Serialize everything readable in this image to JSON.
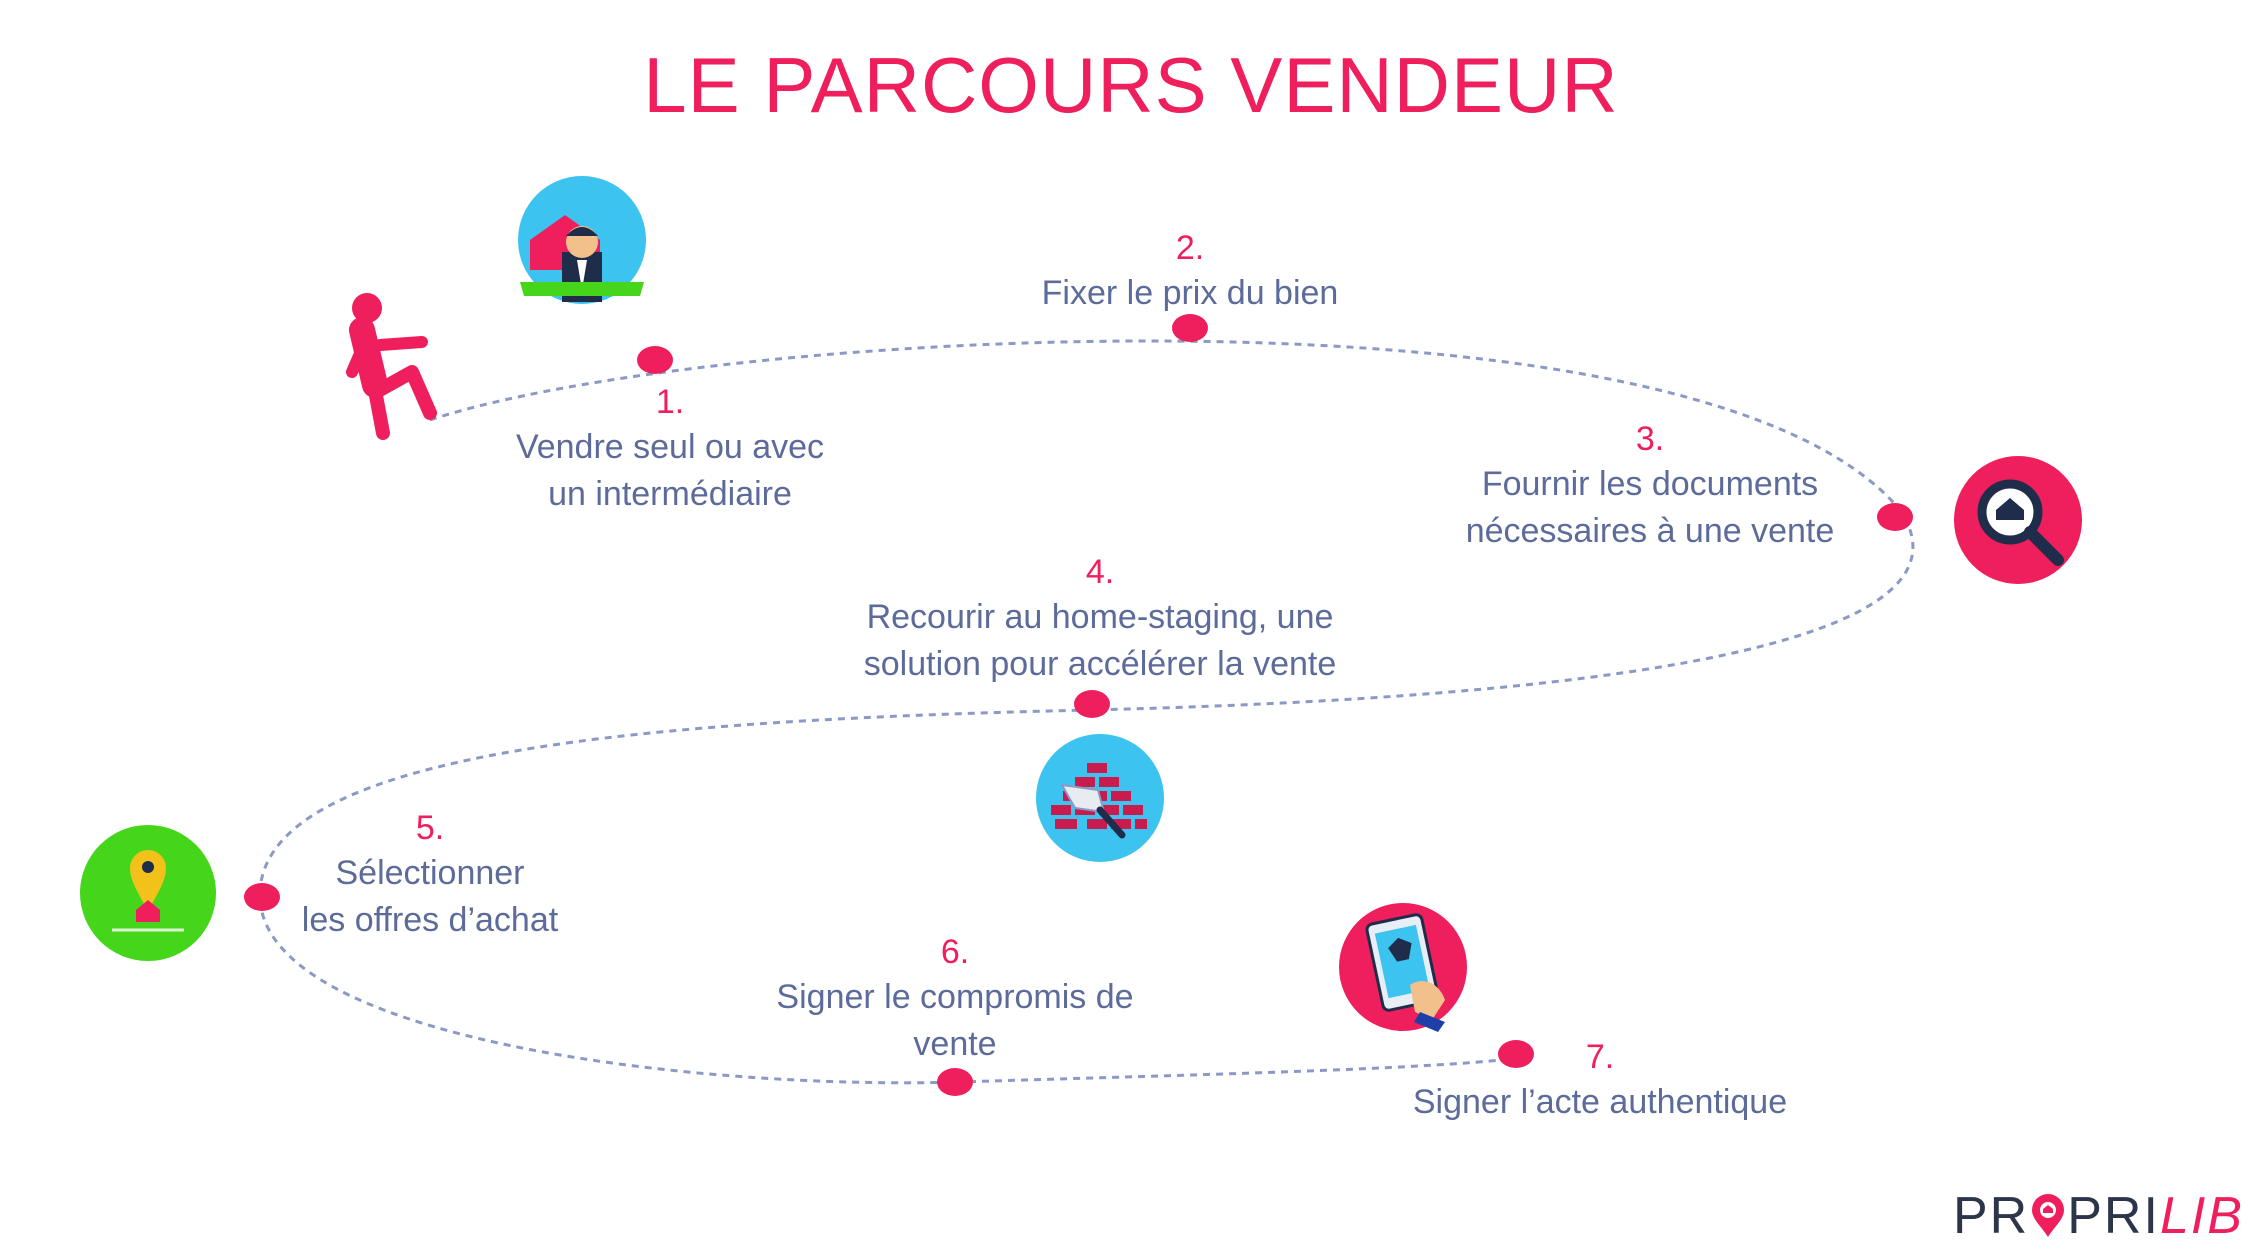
{
  "title": "LE PARCOURS VENDEUR",
  "steps": [
    {
      "num": "1.",
      "label": "Vendre seul ou avec\nun intermédiaire"
    },
    {
      "num": "2.",
      "label": "Fixer le prix du bien"
    },
    {
      "num": "3.",
      "label": "Fournir les documents\nnécessaires à une vente"
    },
    {
      "num": "4.",
      "label": "Recourir au home-staging, une\nsolution pour accélérer la vente"
    },
    {
      "num": "5.",
      "label": "Sélectionner\nles offres d’achat"
    },
    {
      "num": "6.",
      "label": "Signer le compromis de\nvente"
    },
    {
      "num": "7.",
      "label": "Signer l’acte authentique"
    }
  ],
  "logo": {
    "part1": "PR",
    "part2": "PRI",
    "part3": "LIB"
  },
  "colors": {
    "accent": "#ee1f5c",
    "text": "#5c6b99",
    "path": "#8a9ac4",
    "blue_circle": "#3dc3ef",
    "pink_circle": "#ee1f5c",
    "green_circle": "#45d61c"
  },
  "icons": [
    "walking-person-icon",
    "seller-agent-icon",
    "house-search-icon",
    "brick-trowel-icon",
    "map-pin-house-icon",
    "tablet-sign-icon",
    "location-pin-logo-icon"
  ]
}
